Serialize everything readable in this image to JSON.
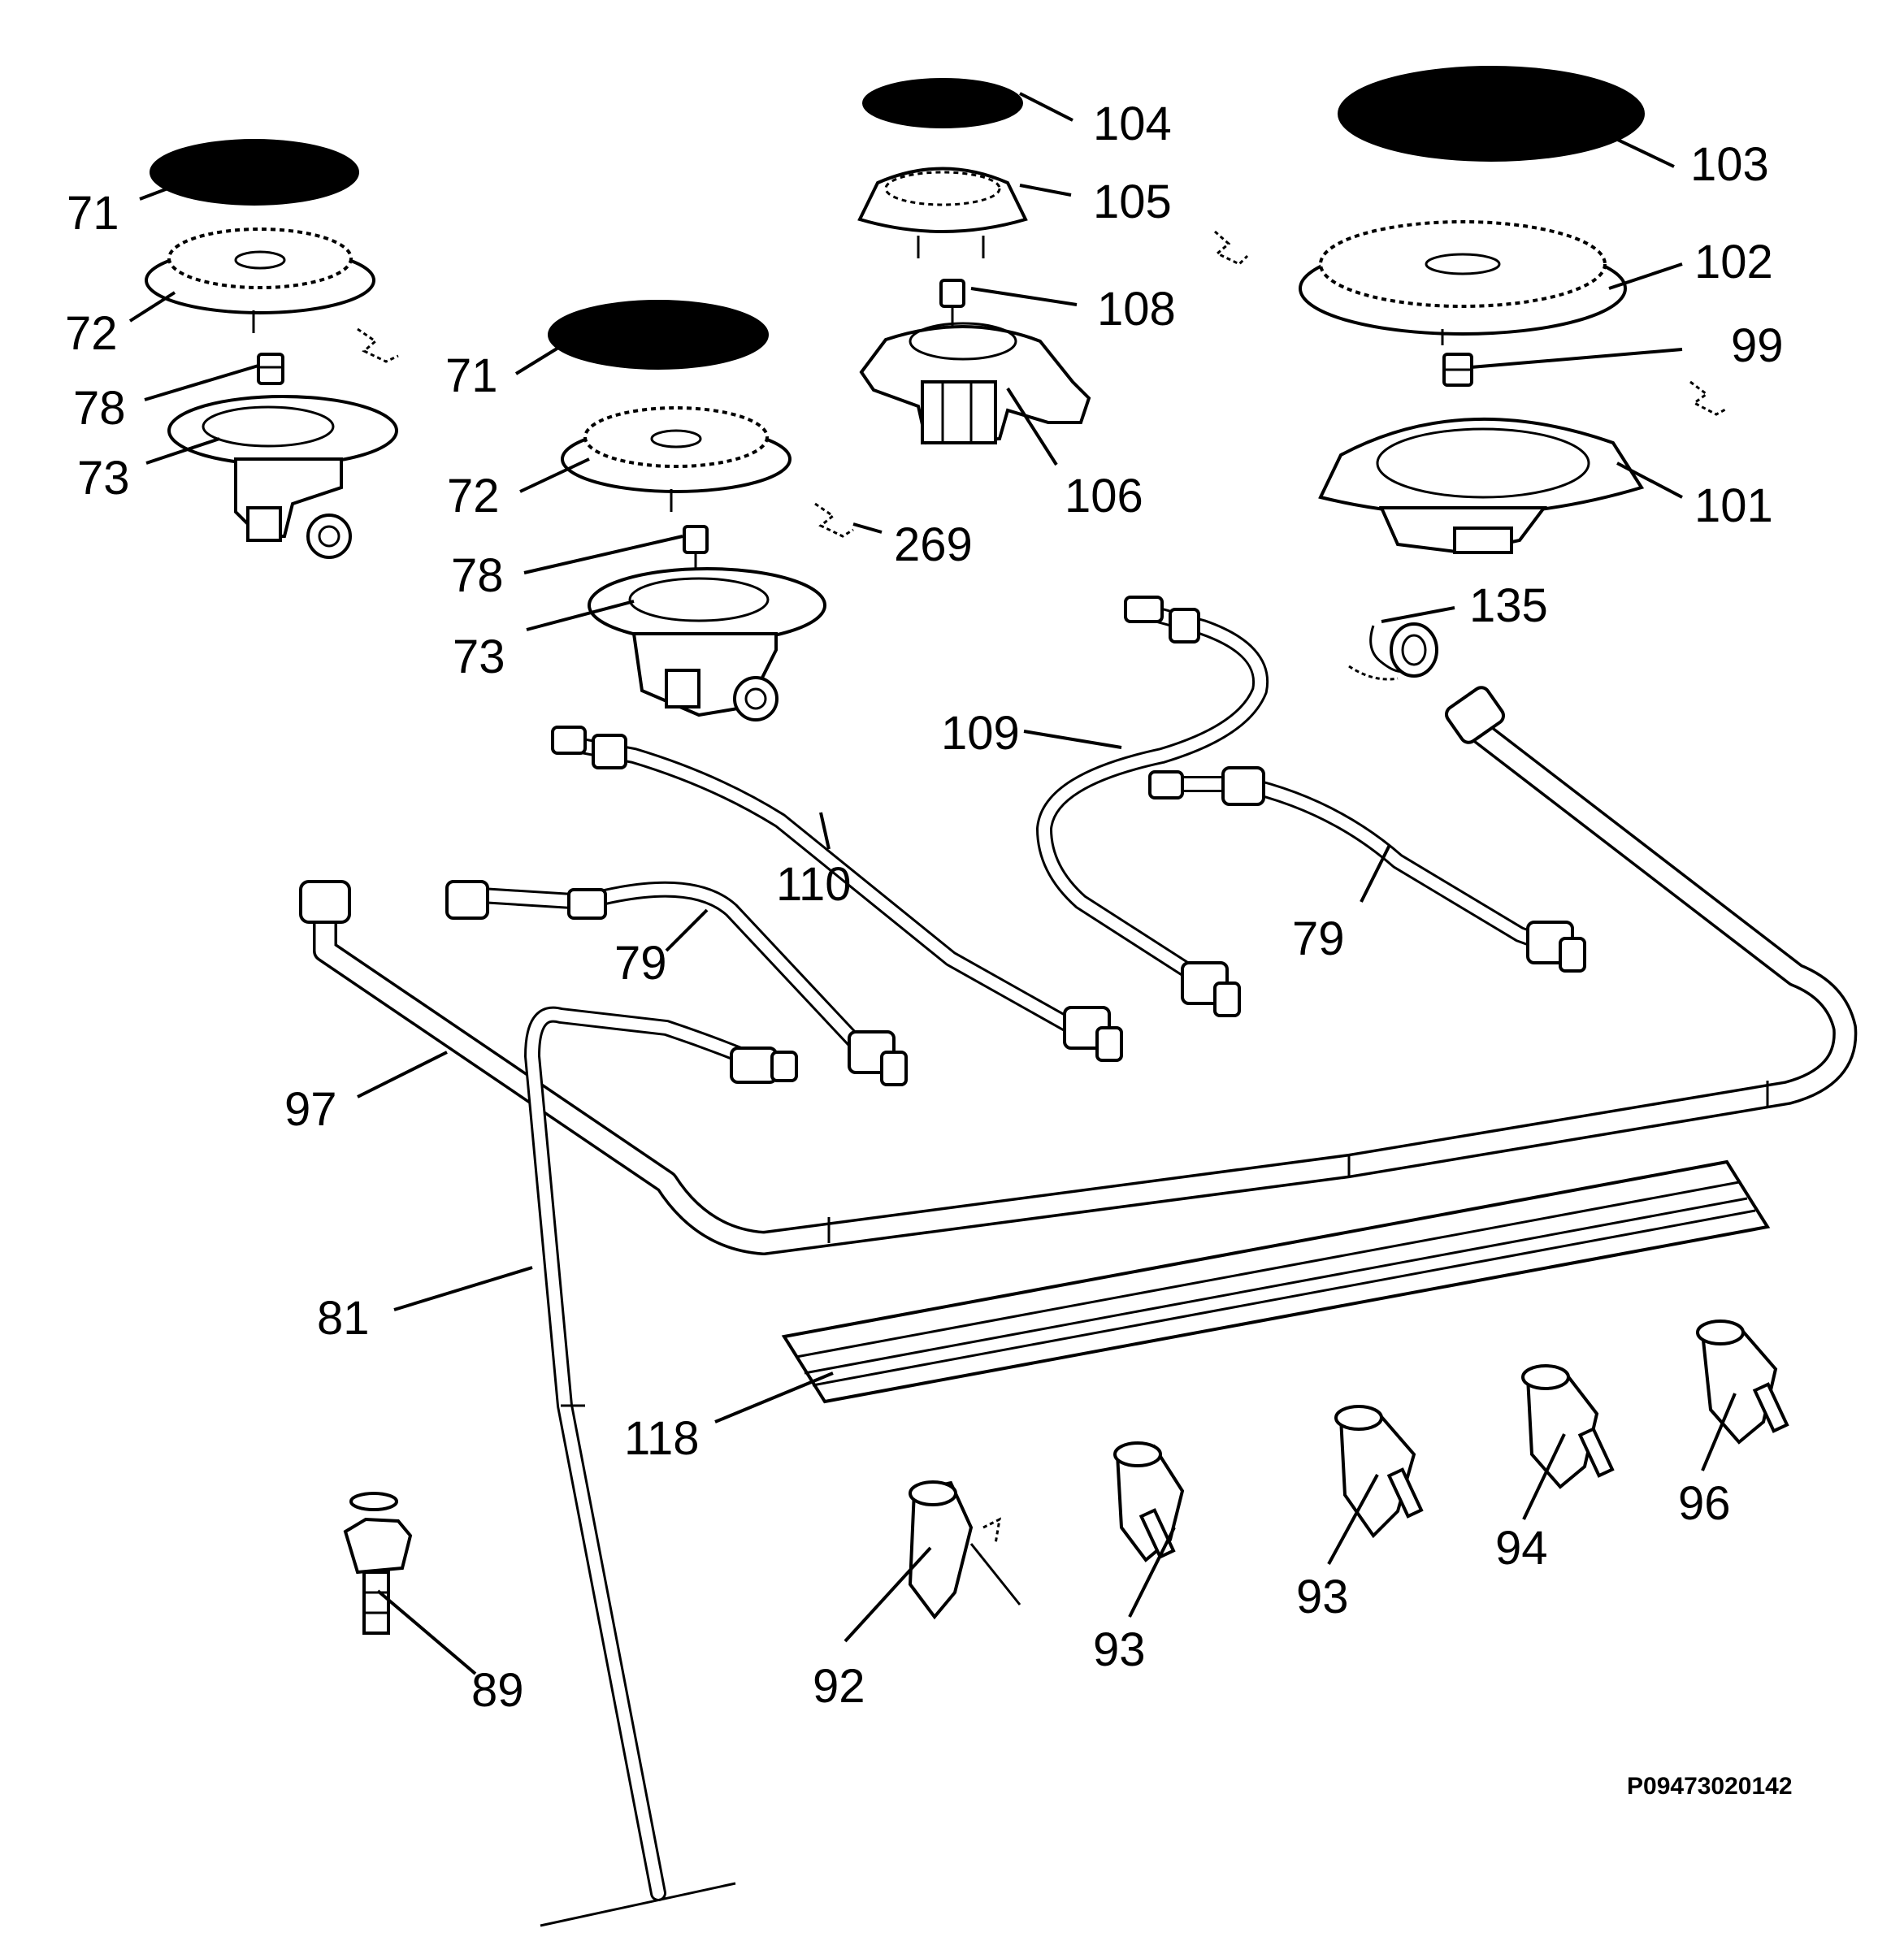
{
  "diagram_code": "P09473020142",
  "parts": {
    "cap_left": "71",
    "cap_middle": "71",
    "crown_left": "72",
    "crown_middle": "72",
    "injector_left": "78",
    "injector_middle": "78",
    "burner_body_left": "73",
    "burner_body_middle": "73",
    "cap_small_rear": "104",
    "crown_small_rear": "105",
    "injector_small_rear": "108",
    "burner_body_small_rear": "106",
    "cap_large": "103",
    "crown_large": "102",
    "injector_large": "99",
    "burner_body_large": "101",
    "ignition_electrode": "269",
    "elbow_connector": "135",
    "tube_rear_right": "109",
    "tube_middle": "110",
    "tube_front_left": "79",
    "tube_front_right": "79",
    "gas_manifold": "97",
    "supply_pipe": "81",
    "manifold_bracket": "118",
    "hose_connector": "89",
    "tap_1": "92",
    "tap_2": "93",
    "tap_3": "93",
    "tap_4": "94",
    "tap_5": "96"
  }
}
